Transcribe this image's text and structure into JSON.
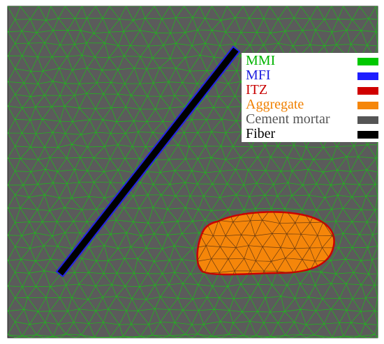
{
  "colors": {
    "background": "#5b5b5b",
    "mesh": "#22b21f",
    "fiber_fill": "#000000",
    "fiber_edge": "#2323e6",
    "aggregate_fill": "#f5860a",
    "itz_edge": "#cc0000",
    "border": "#222222"
  },
  "legend": [
    {
      "label": "MMI",
      "color": "#00c800",
      "text_color": "#00b400"
    },
    {
      "label": "MFI",
      "color": "#1e1eff",
      "text_color": "#2020e0"
    },
    {
      "label": "ITZ",
      "color": "#d00000",
      "text_color": "#c80000"
    },
    {
      "label": "Aggregate",
      "color": "#f5860a",
      "text_color": "#f08000"
    },
    {
      "label": "Cement mortar",
      "color": "#555555",
      "text_color": "#555555"
    },
    {
      "label": "Fiber",
      "color": "#000000",
      "text_color": "#000000"
    }
  ]
}
